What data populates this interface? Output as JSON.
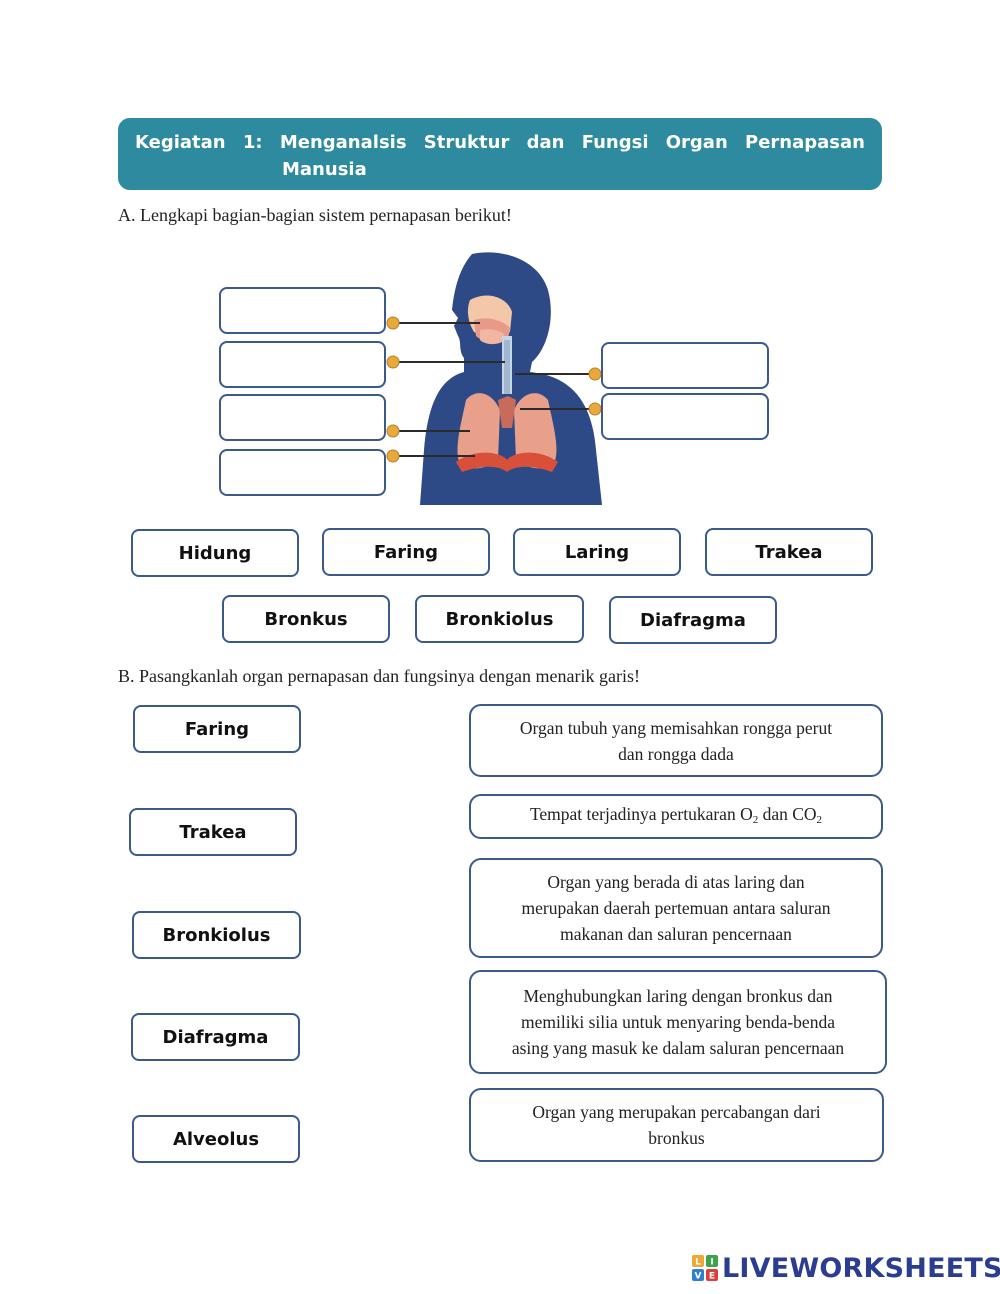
{
  "header": {
    "title_line1": [
      "Kegiatan",
      "1:",
      "Menganalsis",
      "Struktur",
      "dan",
      "Fungsi",
      "Organ",
      "Pernapasan"
    ],
    "title_line2": "Manusia"
  },
  "section_a": {
    "instruction": "A. Lengkapi bagian-bagian sistem pernapasan berikut!",
    "word_bank": [
      "Hidung",
      "Faring",
      "Laring",
      "Trakea",
      "Bronkus",
      "Bronkiolus",
      "Diafragma"
    ]
  },
  "section_b": {
    "instruction": "B. Pasangkanlah organ pernapasan dan fungsinya dengan menarik garis!",
    "organs": [
      "Faring",
      "Trakea",
      "Bronkiolus",
      "Diafragma",
      "Alveolus"
    ],
    "functions": [
      [
        "Organ tubuh yang memisahkan rongga perut",
        "dan rongga dada"
      ],
      {
        "pre": "Tempat terjadinya pertukaran O",
        "sub1": "2",
        "mid": " dan CO",
        "sub2": "2"
      },
      [
        "Organ yang berada di atas laring dan",
        "merupakan daerah pertemuan antara saluran",
        "makanan dan saluran pencernaan"
      ],
      [
        "Menghubungkan laring dengan bronkus dan",
        "memiliki silia untuk menyaring benda-benda",
        "asing yang masuk ke dalam saluran pencernaan"
      ],
      [
        "Organ yang merupakan percabangan dari",
        "bronkus"
      ]
    ]
  },
  "brand": {
    "logo_letters": [
      "L",
      "I",
      "V",
      "E"
    ],
    "name": "LIVEWORKSHEETS"
  },
  "colors": {
    "banner": "#2e8a9f",
    "box_border": "#3a5a8c",
    "body_silhouette": "#2d4a86",
    "lung": "#e8a08a",
    "diaphragm": "#d9503a",
    "connector_dot": "#e8a93a",
    "brand": "#2b3d90"
  }
}
